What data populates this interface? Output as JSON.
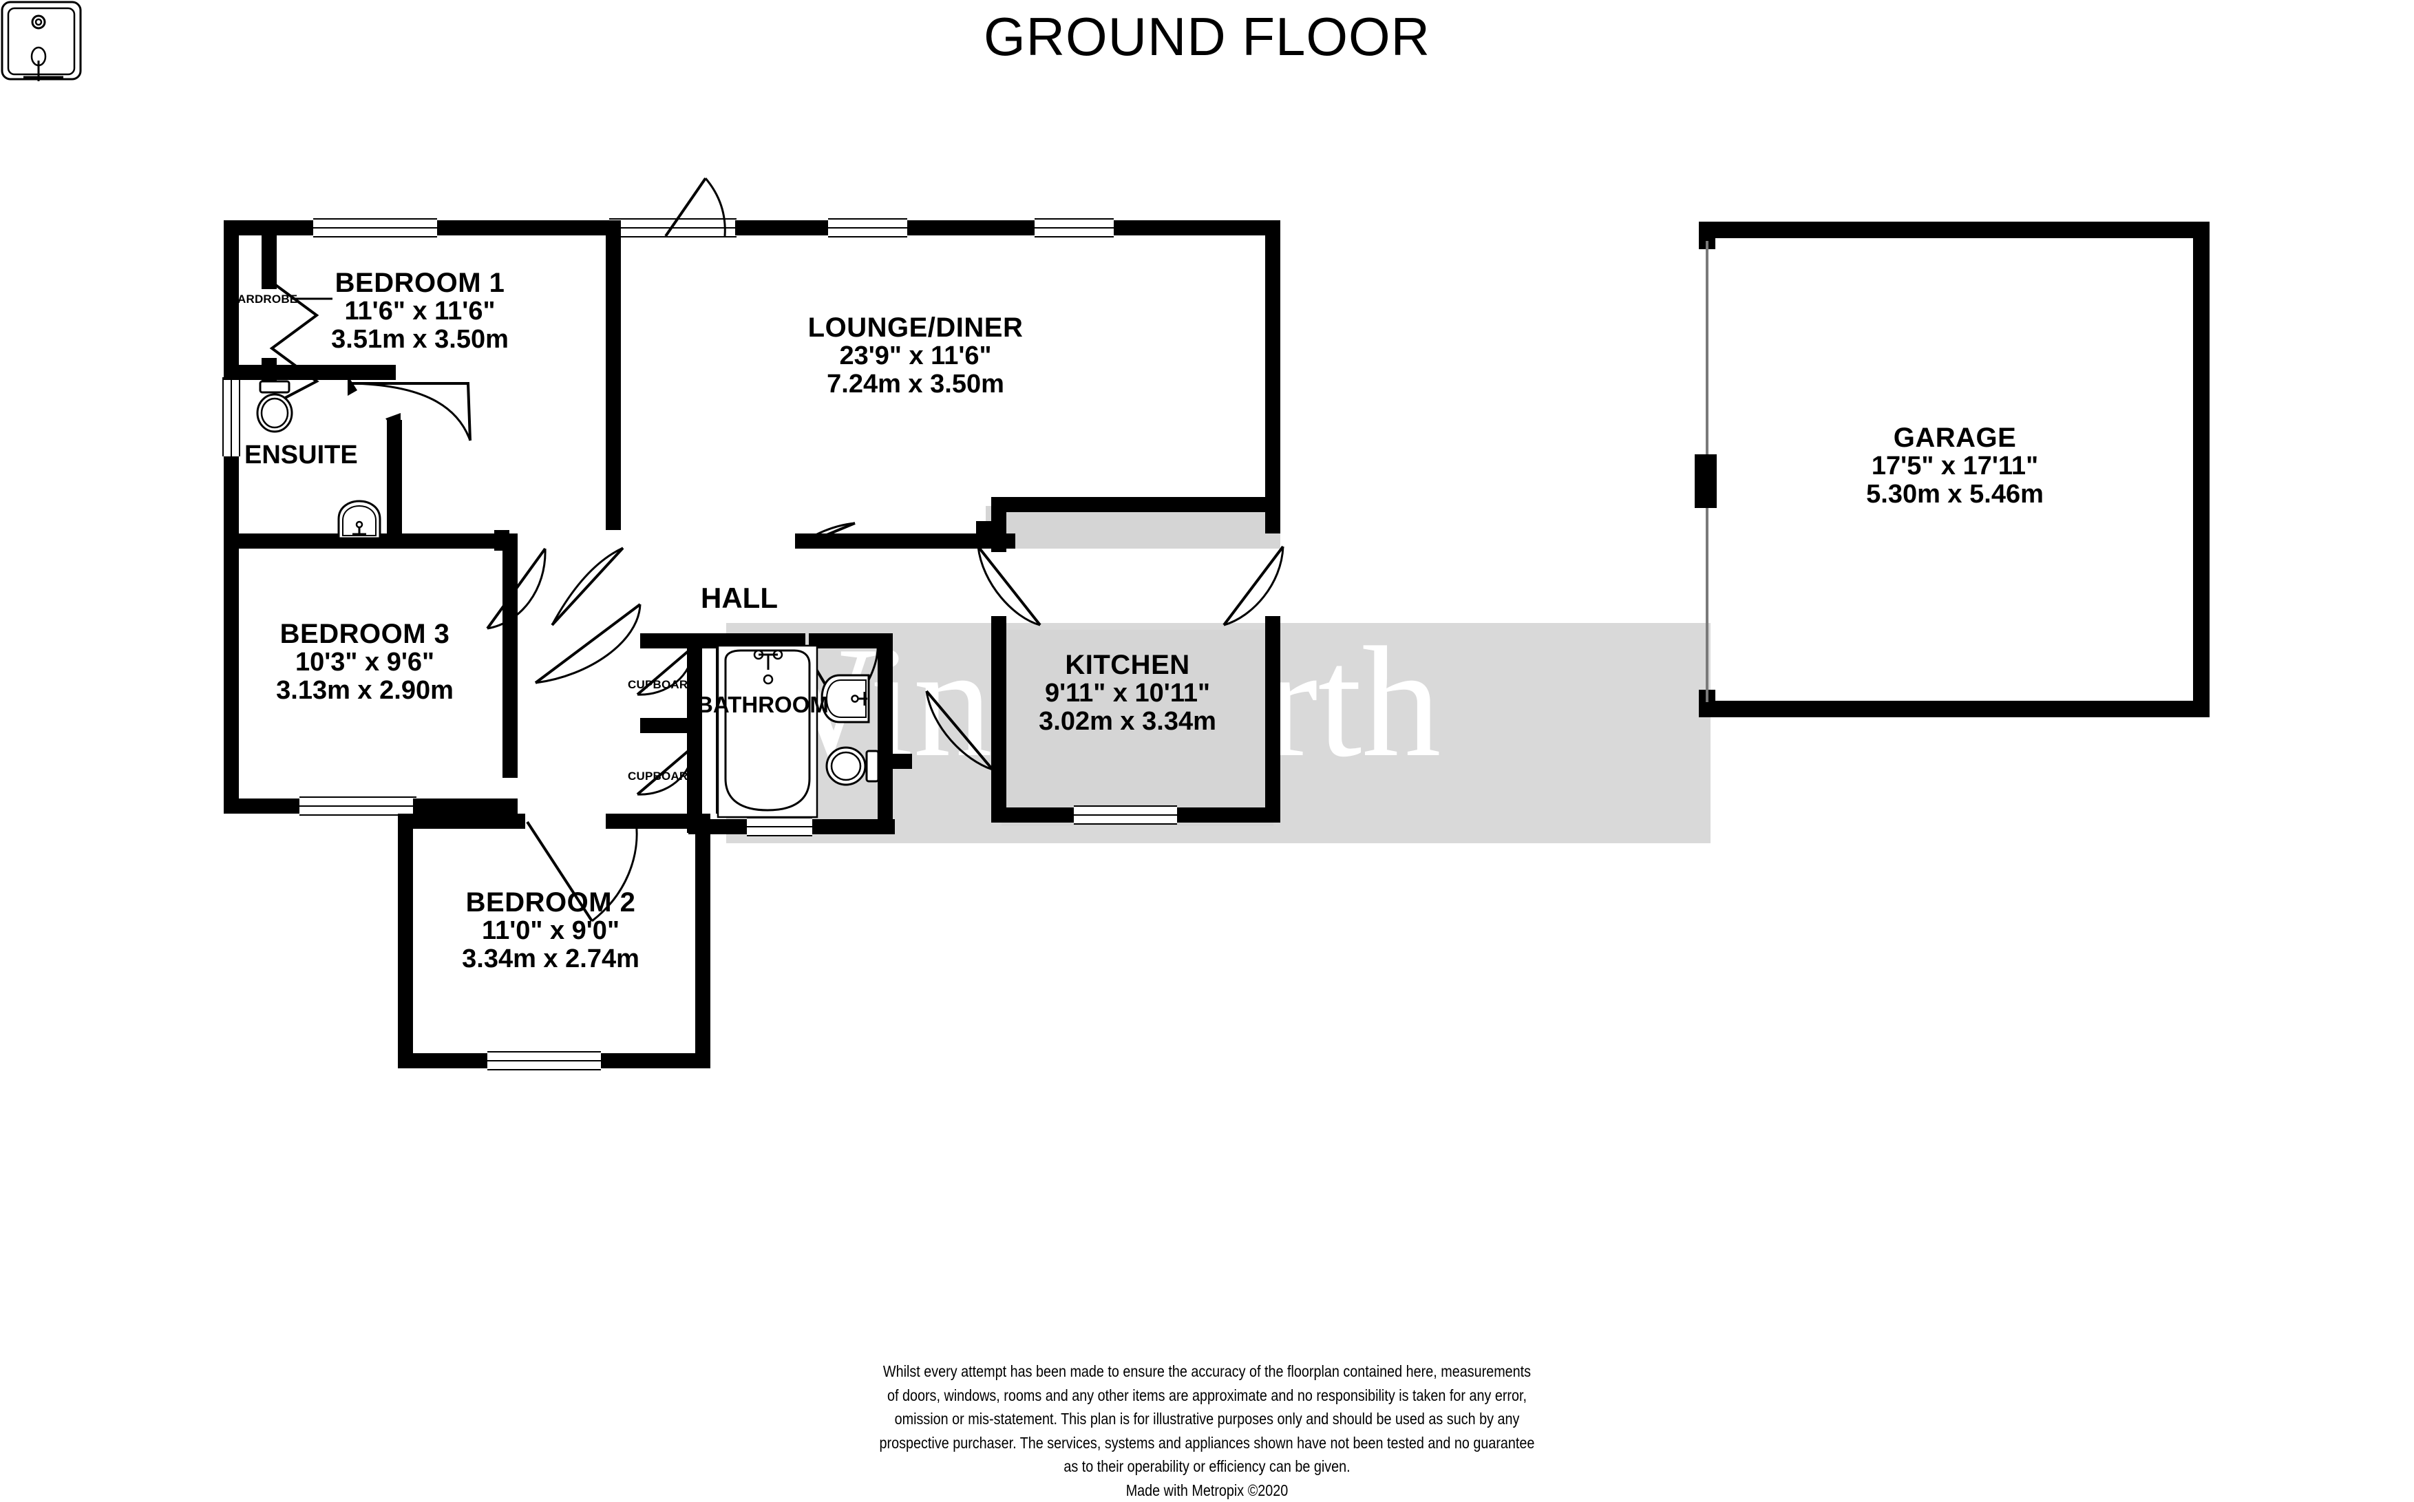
{
  "title": "GROUND FLOOR",
  "watermark": "Winkworth",
  "rooms": [
    {
      "key": "bedroom1",
      "name": "BEDROOM 1",
      "imperial": "11'6\"  x 11'6\"",
      "metric": "3.51m  x 3.50m"
    },
    {
      "key": "lounge_diner",
      "name": "LOUNGE/DINER",
      "imperial": "23'9\"  x 11'6\"",
      "metric": "7.24m  x 3.50m"
    },
    {
      "key": "garage",
      "name": "GARAGE",
      "imperial": "17'5\"  x 17'11\"",
      "metric": "5.30m  x 5.46m"
    },
    {
      "key": "bedroom3",
      "name": "BEDROOM 3",
      "imperial": "10'3\"  x 9'6\"",
      "metric": "3.13m  x 2.90m"
    },
    {
      "key": "kitchen",
      "name": "KITCHEN",
      "imperial": "9'11\"  x 10'11\"",
      "metric": "3.02m  x 3.34m"
    },
    {
      "key": "bedroom2",
      "name": "BEDROOM 2",
      "imperial": "11'0\"  x 9'0\"",
      "metric": "3.34m  x 2.74m"
    }
  ],
  "plain_labels": {
    "ensuite": "ENSUITE",
    "hall": "HALL",
    "bathroom": "BATHROOM"
  },
  "small_labels": {
    "wardrobe": "ARDROBE",
    "cupboard_top": "CUPBOAR",
    "cupboard_bottom": "CUPBOAR"
  },
  "fixtures": {
    "ensuite_toilet": "toilet",
    "ensuite_shower": "shower-cubicle",
    "ensuite_basin": "wash-basin",
    "bathroom_bath": "bath-tub",
    "bathroom_basin": "wash-basin",
    "bathroom_toilet": "toilet"
  },
  "disclaimer": {
    "line1": "Whilst every attempt has been made to ensure the accuracy of the floorplan contained here, measurements",
    "line2": "of doors, windows, rooms and any other items are approximate and no responsibility is taken for any error,",
    "line3": "omission or mis-statement. This plan is for illustrative purposes only and should be used as such by any",
    "line4": "prospective purchaser. The services, systems and appliances shown have not been tested and no guarantee",
    "line5": "as to their operability or efficiency can be given.",
    "line6": "Made with Metropix ©2020"
  },
  "colors": {
    "wall": "#000000",
    "room_fill": "#d5d5d5",
    "watermark_band": "#d9d9d9",
    "watermark_text": "#ffffff",
    "background": "#ffffff"
  }
}
